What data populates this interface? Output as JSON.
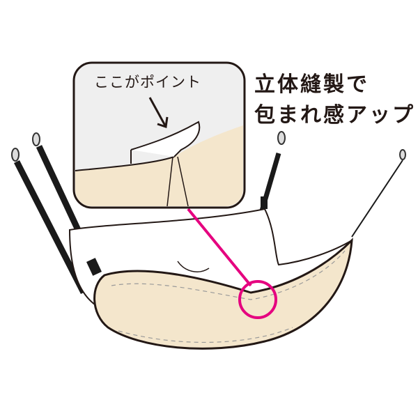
{
  "callout": {
    "label": "ここがポイント"
  },
  "headline": {
    "line1": "立体縫製で",
    "line2": "包まれ感アップ"
  },
  "colors": {
    "fabric": "#f4e6cc",
    "inner": "#ffffff",
    "strap": "#1a1a1a",
    "accent": "#e5007f",
    "callout_bg": "#efefef"
  }
}
